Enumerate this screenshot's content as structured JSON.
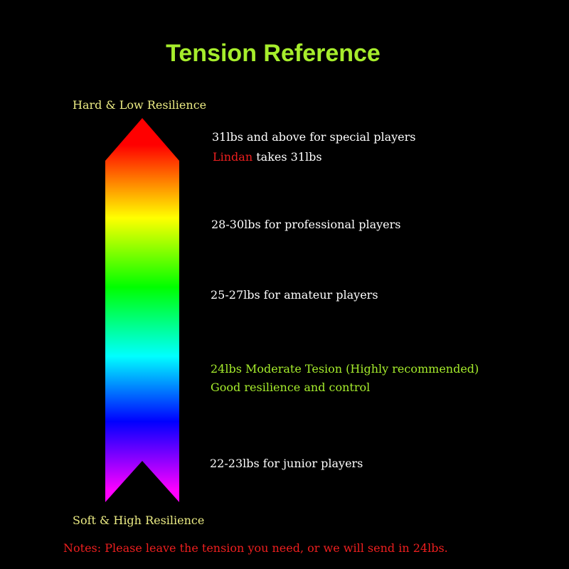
{
  "title": "Tension Reference",
  "top_label": "Hard & Low Resilience",
  "bottom_label": "Soft & High Resilience",
  "tiers": [
    {
      "line1": "31lbs and above for special players",
      "line2_highlight": "Lindan",
      "line2_rest": " takes 31lbs"
    },
    {
      "line1": "28-30lbs for professional players"
    },
    {
      "line1": "25-27lbs for amateur players"
    },
    {
      "line1": "24lbs Moderate Tesion (Highly recommended)",
      "line2": "Good resilience and control"
    },
    {
      "line1": "22-23lbs for junior players"
    }
  ],
  "note": "Notes: Please leave the tension you need, or we will send in 24lbs.",
  "colors": {
    "title": "#a6ed2c",
    "end_label": "#ecec84",
    "recommended": "#a6ed2c",
    "highlight": "#ee1f1f",
    "note": "#ee1f1f",
    "text": "#ffffff",
    "background": "#000000",
    "gradient": [
      "#ff0000",
      "#ff8800",
      "#ffff00",
      "#00ff00",
      "#00ffff",
      "#0000ff",
      "#ff00ff"
    ]
  }
}
